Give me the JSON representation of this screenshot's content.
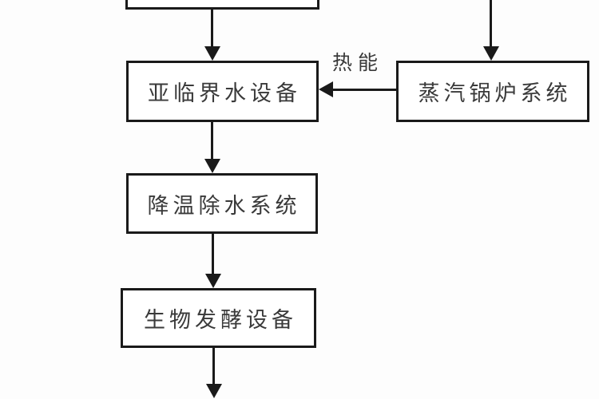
{
  "diagram": {
    "type": "flowchart",
    "language": "zh-CN",
    "colors": {
      "line": "#1a1a1a",
      "text": "#3a3a3a",
      "background": "#fdfdfd",
      "box_background": "#ffffff"
    },
    "nodes": {
      "top_partial": {
        "label": "",
        "note": "box cropped at top edge of screenshot, only bottom border visible"
      },
      "subcritical": {
        "label": "亚临界水设备"
      },
      "boiler": {
        "label": "蒸汽锅炉系统"
      },
      "cooling": {
        "label": "降温除水系统"
      },
      "fermentation": {
        "label": "生物发酵设备"
      }
    },
    "edge_labels": {
      "heat": "热能"
    },
    "edges": [
      {
        "from": "top_partial",
        "to": "subcritical",
        "label": ""
      },
      {
        "from": "offscreen-top",
        "to": "boiler",
        "label": ""
      },
      {
        "from": "boiler",
        "to": "subcritical",
        "label": "热能"
      },
      {
        "from": "subcritical",
        "to": "cooling",
        "label": ""
      },
      {
        "from": "cooling",
        "to": "fermentation",
        "label": ""
      },
      {
        "from": "fermentation",
        "to": "offscreen-bottom",
        "label": ""
      }
    ]
  }
}
